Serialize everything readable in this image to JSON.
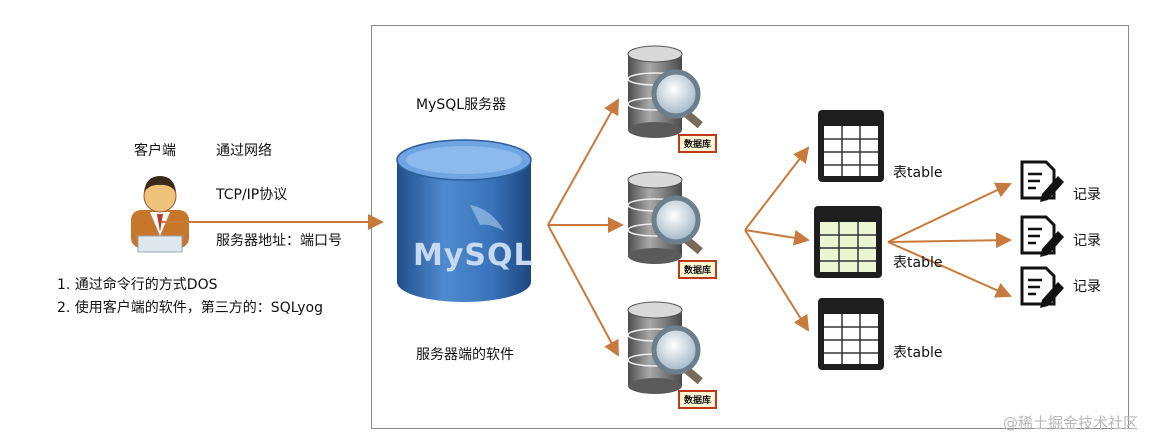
{
  "client": {
    "title": "客户端",
    "network": "通过网络",
    "protocol": "TCP/IP协议",
    "address": "服务器地址：端口号",
    "method1": "1. 通过命令行的方式DOS",
    "method2": "2. 使用客户端的软件，第三方的：SQLyog"
  },
  "server": {
    "title": "MySQL服务器",
    "logo_text": "MySQL",
    "software": "服务器端的软件"
  },
  "databases": [
    {
      "tag": "数据库"
    },
    {
      "tag": "数据库"
    },
    {
      "tag": "数据库"
    }
  ],
  "tables": [
    {
      "label": "表table"
    },
    {
      "label": "表table"
    },
    {
      "label": "表table"
    }
  ],
  "records": [
    {
      "label": "记录"
    },
    {
      "label": "记录"
    },
    {
      "label": "记录"
    }
  ],
  "watermark": "@稀土掘金技术社区",
  "colors": {
    "arrow": "#c8793c",
    "cylinder": "#3f78b8",
    "tag_border": "#c03a1a"
  }
}
